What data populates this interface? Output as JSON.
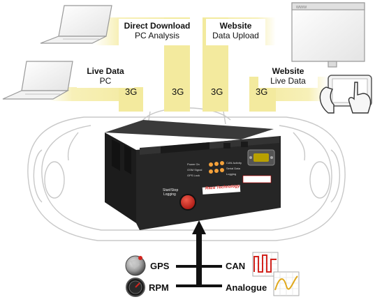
{
  "links": [
    {
      "title": "Direct Download",
      "subtitle": "PC Analysis"
    },
    {
      "title": "Website",
      "subtitle": "Data Upload"
    },
    {
      "title": "Live Data",
      "subtitle": "PC"
    },
    {
      "title": "Website",
      "subtitle": "Live Data"
    }
  ],
  "connection_labels": [
    "3G",
    "3G",
    "3G",
    "3G"
  ],
  "inputs": {
    "left": [
      {
        "label": "GPS",
        "icon": "gps-globe-icon"
      },
      {
        "label": "RPM",
        "icon": "rpm-gauge-icon"
      }
    ],
    "right": [
      {
        "label": "CAN",
        "icon": "can-graph-icon"
      },
      {
        "label": "Analogue",
        "icon": "analogue-graph-icon"
      }
    ]
  },
  "device": {
    "button_label_1": "Start/Stop",
    "button_label_2": "Logging",
    "leds": [
      "Power On",
      "GSM Signal",
      "GPS Lock"
    ],
    "leds_right": [
      "CAN Activity",
      "Serial Data",
      "Logging"
    ],
    "brand": "Race Technology",
    "icons": [
      "record-button-icon",
      "serial-port-icon"
    ]
  },
  "colors": {
    "band": "#f6efb4",
    "band_edge": "#e6dc8c",
    "device": "#262626",
    "record": "#d2241e",
    "arrow": "#111111"
  }
}
